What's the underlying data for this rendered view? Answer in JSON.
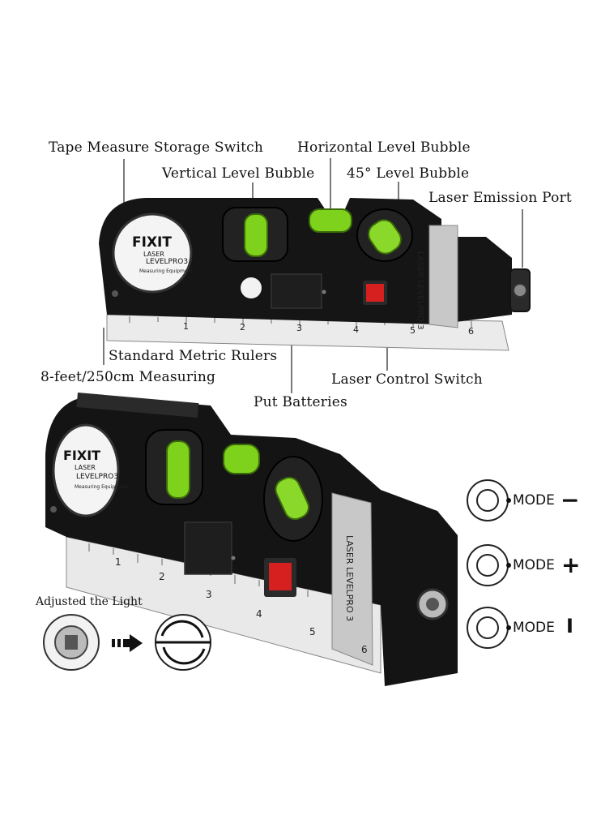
{
  "callouts": {
    "tape_storage_switch": "Tape Measure Storage Switch",
    "horizontal_bubble": "Horizontal Level Bubble",
    "vertical_bubble": "Vertical Level Bubble",
    "bubble_45": "45° Level Bubble",
    "laser_port": "Laser Emission Port",
    "metric_rulers": "Standard Metric Rulers",
    "measuring": "8-feet/250cm Measuring",
    "laser_switch": "Laser Control Switch",
    "batteries": "Put Batteries"
  },
  "device": {
    "brand": "FIXIT",
    "sub": "LASER",
    "model": "LEVELPRO3",
    "tag": "Measuring Equipment",
    "side_label_1": "LASER",
    "side_label_2": "LEVELPRO 3",
    "ruler_top": [
      "1",
      "2",
      "3",
      "4",
      "5",
      "6"
    ],
    "ruler_bottom": [
      "1",
      "2",
      "3",
      "4",
      "5",
      "6"
    ]
  },
  "adjust": {
    "label": "Adjusted the Light"
  },
  "modes": [
    {
      "label": "MODE",
      "sign": "−"
    },
    {
      "label": "MODE",
      "sign": "+"
    },
    {
      "label": "MODE",
      "sign": "I"
    }
  ],
  "colors": {
    "body": "#141414",
    "bubble": "#7fd21c",
    "switch": "#d62020",
    "ruler": "#e9e9e9"
  }
}
